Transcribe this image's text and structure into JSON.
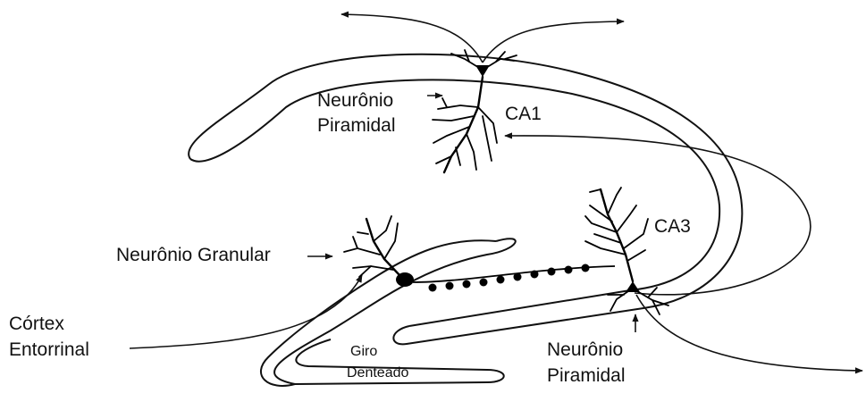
{
  "labels": {
    "neuronio_piramidal_ca1_line1": "Neurônio",
    "neuronio_piramidal_ca1_line2": "Piramidal",
    "ca1": "CA1",
    "ca3": "CA3",
    "neuronio_granular": "Neurônio Granular",
    "cortex_line1": "Córtex",
    "cortex_line2": "Entorrinal",
    "giro_line1": "Giro",
    "giro_line2": "Denteado",
    "neuronio_piramidal_ca3_line1": "Neurônio",
    "neuronio_piramidal_ca3_line2": "Piramidal"
  },
  "colors": {
    "ink": "#111111",
    "background": "#ffffff"
  }
}
